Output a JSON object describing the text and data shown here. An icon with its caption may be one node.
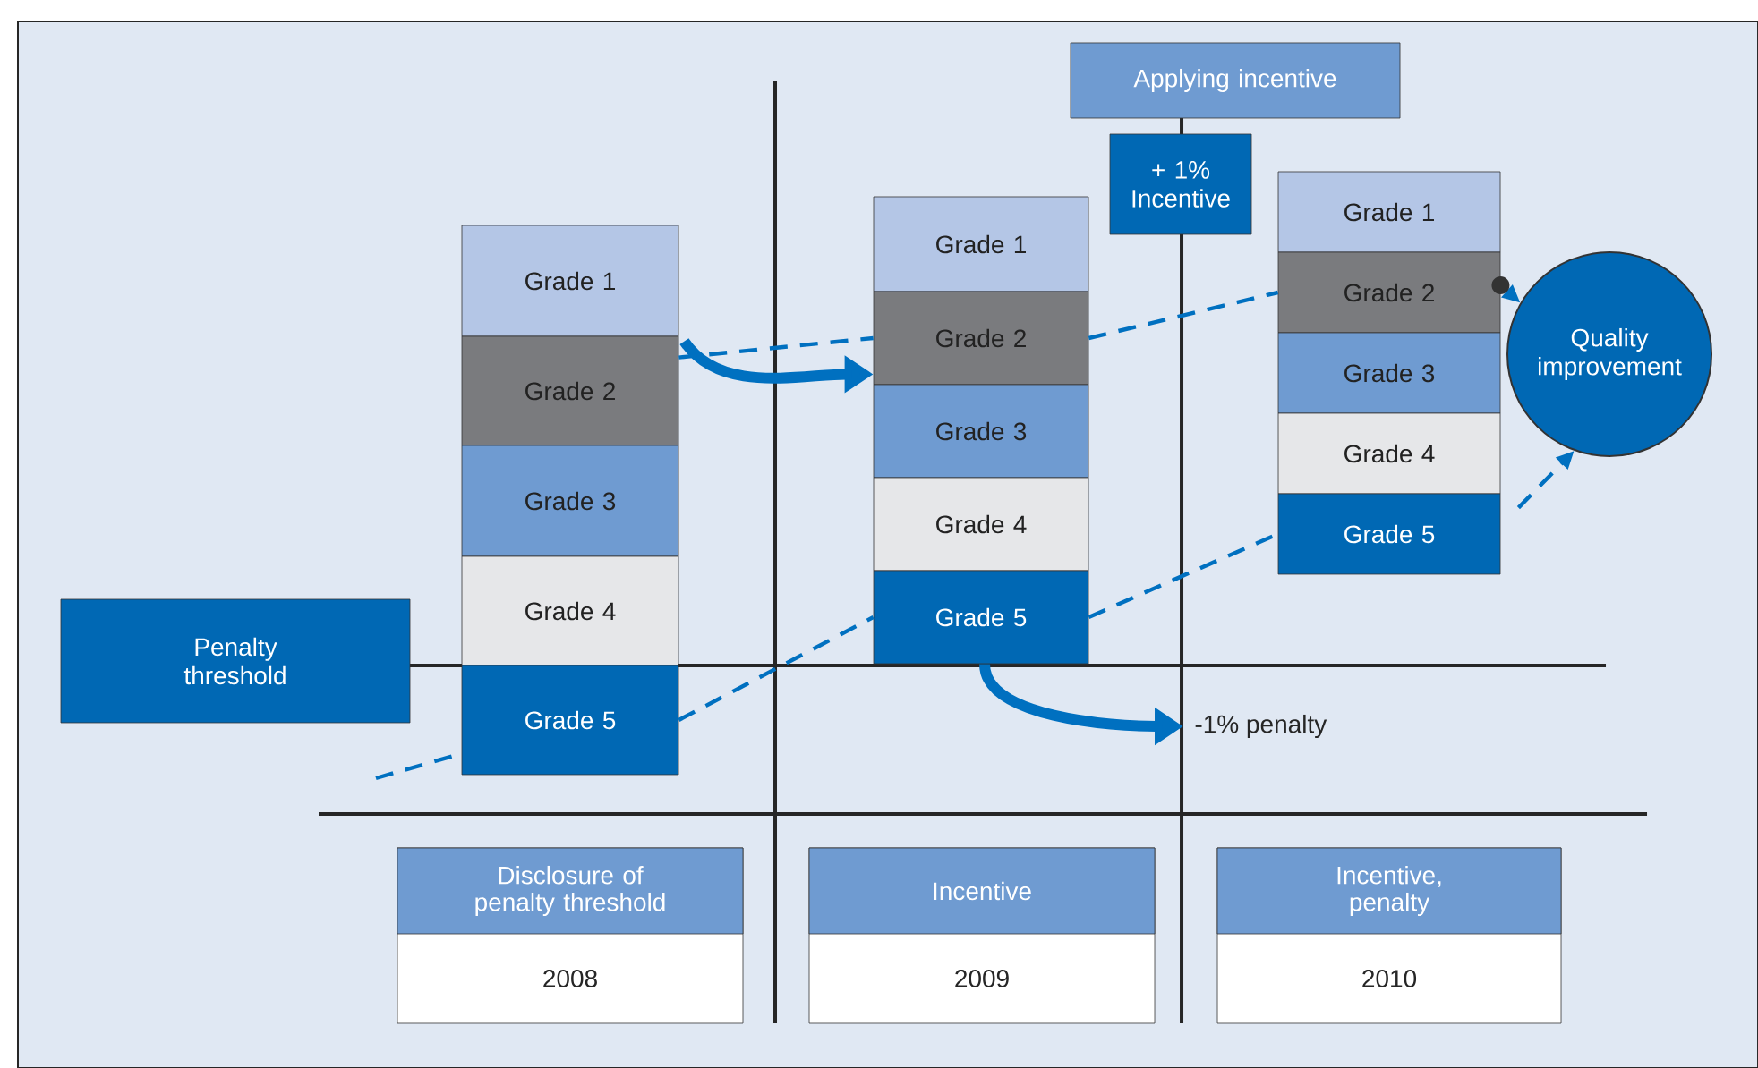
{
  "diagram": {
    "nodes": [
      {
        "text": [
          "Grade 1"
        ]
      },
      {
        "text": [
          "Grade 2"
        ]
      },
      {
        "text": [
          "Grade 3"
        ]
      },
      {
        "text": [
          "Grade 4"
        ]
      },
      {
        "text": [
          "Grade 5"
        ]
      },
      {
        "text": [
          "Grade 1"
        ]
      },
      {
        "text": [
          "Grade 2"
        ]
      },
      {
        "text": [
          "Grade 3"
        ]
      },
      {
        "text": [
          "Grade 4"
        ]
      },
      {
        "text": [
          "Grade 5"
        ]
      },
      {
        "text": [
          "Grade 1"
        ]
      },
      {
        "text": [
          "Grade 2"
        ]
      },
      {
        "text": [
          "Grade 3"
        ]
      },
      {
        "text": [
          "Grade 4"
        ]
      },
      {
        "text": [
          "Grade 5"
        ]
      },
      {
        "text": [
          "Penalty threshold"
        ]
      },
      {
        "text": [
          "Applying incentive"
        ]
      },
      {
        "text": [
          "+ 1% Incentive"
        ]
      },
      {
        "text": [
          "Quality improvement"
        ]
      },
      {
        "text": [
          "-1% penalty"
        ]
      },
      {
        "text": [
          "Disclosure of penalty threshold",
          "2008"
        ]
      },
      {
        "text": [
          "Incentive",
          "2009"
        ]
      },
      {
        "text": [
          "Incentive, penalty",
          "2010"
        ]
      }
    ],
    "edges": [
      {
        "from": 1,
        "to": 6,
        "arrow": "to",
        "style": "thick"
      },
      {
        "from": 1,
        "to": 6,
        "arrow": "none",
        "style": "dashed"
      },
      {
        "from": 6,
        "to": 11,
        "arrow": "none",
        "style": "dashed"
      },
      {
        "from": 11,
        "to": 18,
        "arrow": "to",
        "style": "dashed"
      },
      {
        "from": null,
        "to": 4,
        "arrow": "none",
        "style": "dashed"
      },
      {
        "from": 4,
        "to": 9,
        "arrow": "none",
        "style": "dashed"
      },
      {
        "from": 9,
        "to": 14,
        "arrow": "none",
        "style": "dashed"
      },
      {
        "from": 14,
        "to": 18,
        "arrow": "to",
        "style": "dashed"
      },
      {
        "from": 9,
        "to": 19,
        "arrow": "to",
        "style": "thick"
      }
    ]
  }
}
